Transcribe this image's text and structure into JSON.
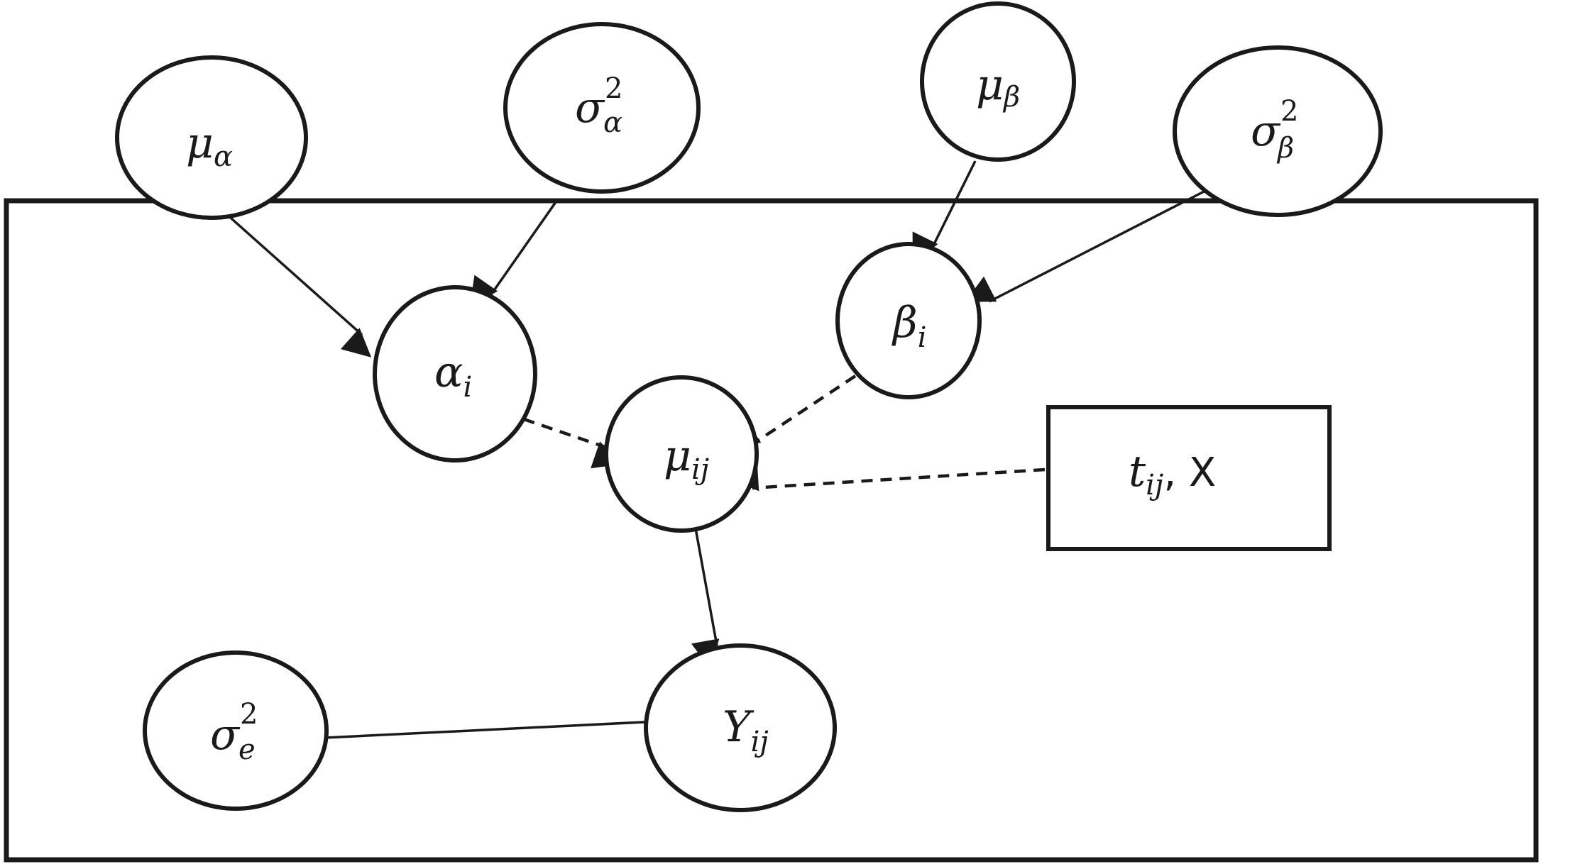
{
  "diagram": {
    "nodes": {
      "mu_alpha": {
        "symbol": "μ",
        "sub": "α"
      },
      "sigma2_alpha": {
        "symbol": "σ",
        "sup": "2",
        "sub": "α"
      },
      "mu_beta": {
        "symbol": "μ",
        "sub": "β"
      },
      "sigma2_beta": {
        "symbol": "σ",
        "sup": "2",
        "sub": "β"
      },
      "alpha_i": {
        "symbol": "α",
        "sub": "i"
      },
      "beta_i": {
        "symbol": "β",
        "sub": "i"
      },
      "mu_ij": {
        "symbol": "μ",
        "sub": "ij"
      },
      "y_ij": {
        "symbol": "Y",
        "sub": "ij"
      },
      "sigma2_e": {
        "symbol": "σ",
        "sup": "2",
        "sub": "e"
      },
      "covariates": {
        "symbol": "t",
        "sub": "ij",
        "suffix": ", X"
      }
    },
    "edges": [
      {
        "from": "mu_alpha",
        "to": "alpha_i",
        "style": "solid"
      },
      {
        "from": "sigma2_alpha",
        "to": "alpha_i",
        "style": "solid"
      },
      {
        "from": "mu_beta",
        "to": "beta_i",
        "style": "solid"
      },
      {
        "from": "sigma2_beta",
        "to": "beta_i",
        "style": "solid"
      },
      {
        "from": "alpha_i",
        "to": "mu_ij",
        "style": "dashed"
      },
      {
        "from": "beta_i",
        "to": "mu_ij",
        "style": "dashed"
      },
      {
        "from": "covariates",
        "to": "mu_ij",
        "style": "dashed"
      },
      {
        "from": "mu_ij",
        "to": "y_ij",
        "style": "solid"
      },
      {
        "from": "sigma2_e",
        "to": "y_ij",
        "style": "solid"
      }
    ]
  }
}
